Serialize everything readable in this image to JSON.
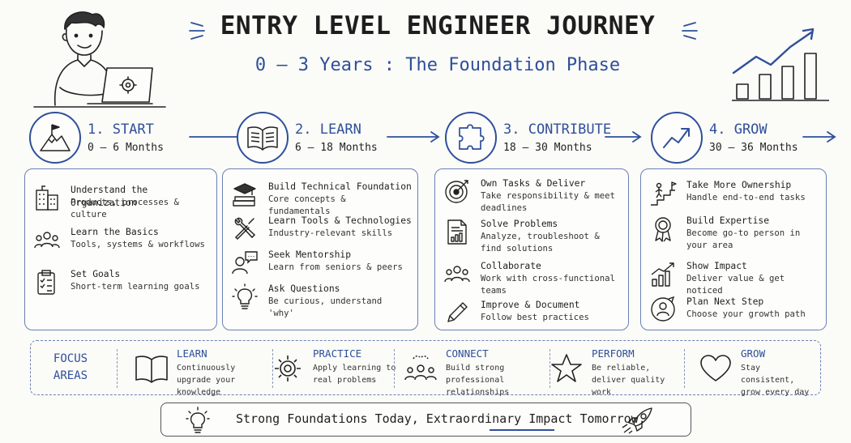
{
  "header": {
    "title": "ENTRY LEVEL ENGINEER JOURNEY",
    "subtitle": "0 – 3 Years : The Foundation Phase"
  },
  "phases": [
    {
      "name": "1. START",
      "range": "0 – 6 Months",
      "icon": "mountain-flag-icon",
      "items": [
        {
          "title": "Understand the Organization",
          "desc": "Products, processes & culture",
          "icon": "building-icon"
        },
        {
          "title": "Learn the Basics",
          "desc": "Tools, systems & workflows",
          "icon": "people-icon"
        },
        {
          "title": "Set Goals",
          "desc": "Short-term learning goals",
          "icon": "clipboard-checklist-icon"
        }
      ]
    },
    {
      "name": "2. LEARN",
      "range": "6 – 18 Months",
      "icon": "open-book-icon",
      "items": [
        {
          "title": "Build Technical Foundation",
          "desc": "Core concepts & fundamentals",
          "icon": "graduation-books-icon"
        },
        {
          "title": "Learn Tools & Technologies",
          "desc": "Industry-relevant skills",
          "icon": "wrench-screwdriver-icon"
        },
        {
          "title": "Seek Mentorship",
          "desc": "Learn from seniors & peers",
          "icon": "mentor-chat-icon"
        },
        {
          "title": "Ask Questions",
          "desc": "Be curious, understand 'why'",
          "icon": "lightbulb-icon"
        }
      ]
    },
    {
      "name": "3. CONTRIBUTE",
      "range": "18 – 30 Months",
      "icon": "puzzle-icon",
      "items": [
        {
          "title": "Own Tasks & Deliver",
          "desc": "Take responsibility & meet deadlines",
          "icon": "target-icon"
        },
        {
          "title": "Solve Problems",
          "desc": "Analyze, troubleshoot & find solutions",
          "icon": "report-chart-icon"
        },
        {
          "title": "Collaborate",
          "desc": "Work with cross-functional teams",
          "icon": "team-icon"
        },
        {
          "title": "Improve & Document",
          "desc": "Follow best practices",
          "icon": "pencil-icon"
        }
      ]
    },
    {
      "name": "4. GROW",
      "range": "30 – 36 Months",
      "icon": "trend-up-icon",
      "items": [
        {
          "title": "Take More Ownership",
          "desc": "Handle end-to-end tasks",
          "icon": "stairs-climber-icon"
        },
        {
          "title": "Build Expertise",
          "desc": "Become go-to person in your area",
          "icon": "medal-icon"
        },
        {
          "title": "Show Impact",
          "desc": "Deliver value & get noticed",
          "icon": "growth-bars-icon"
        },
        {
          "title": "Plan Next Step",
          "desc": "Choose your growth path",
          "icon": "person-path-icon"
        }
      ]
    }
  ],
  "focus": {
    "title": "FOCUS AREAS",
    "items": [
      {
        "title": "LEARN",
        "desc": "Continuously upgrade your knowledge",
        "icon": "book-icon"
      },
      {
        "title": "PRACTICE",
        "desc": "Apply learning to real problems",
        "icon": "gear-icon"
      },
      {
        "title": "CONNECT",
        "desc": "Build strong professional relationships",
        "icon": "network-people-icon"
      },
      {
        "title": "PERFORM",
        "desc": "Be reliable, deliver quality work",
        "icon": "star-icon"
      },
      {
        "title": "GROW",
        "desc": "Stay consistent, grow every day",
        "icon": "heart-icon"
      }
    ]
  },
  "banner": {
    "text": "Strong Foundations Today, Extraordinary Impact Tomorrow."
  },
  "colors": {
    "accent": "#2f4f9a",
    "ink": "#222222",
    "border": "#6b7fb5"
  }
}
